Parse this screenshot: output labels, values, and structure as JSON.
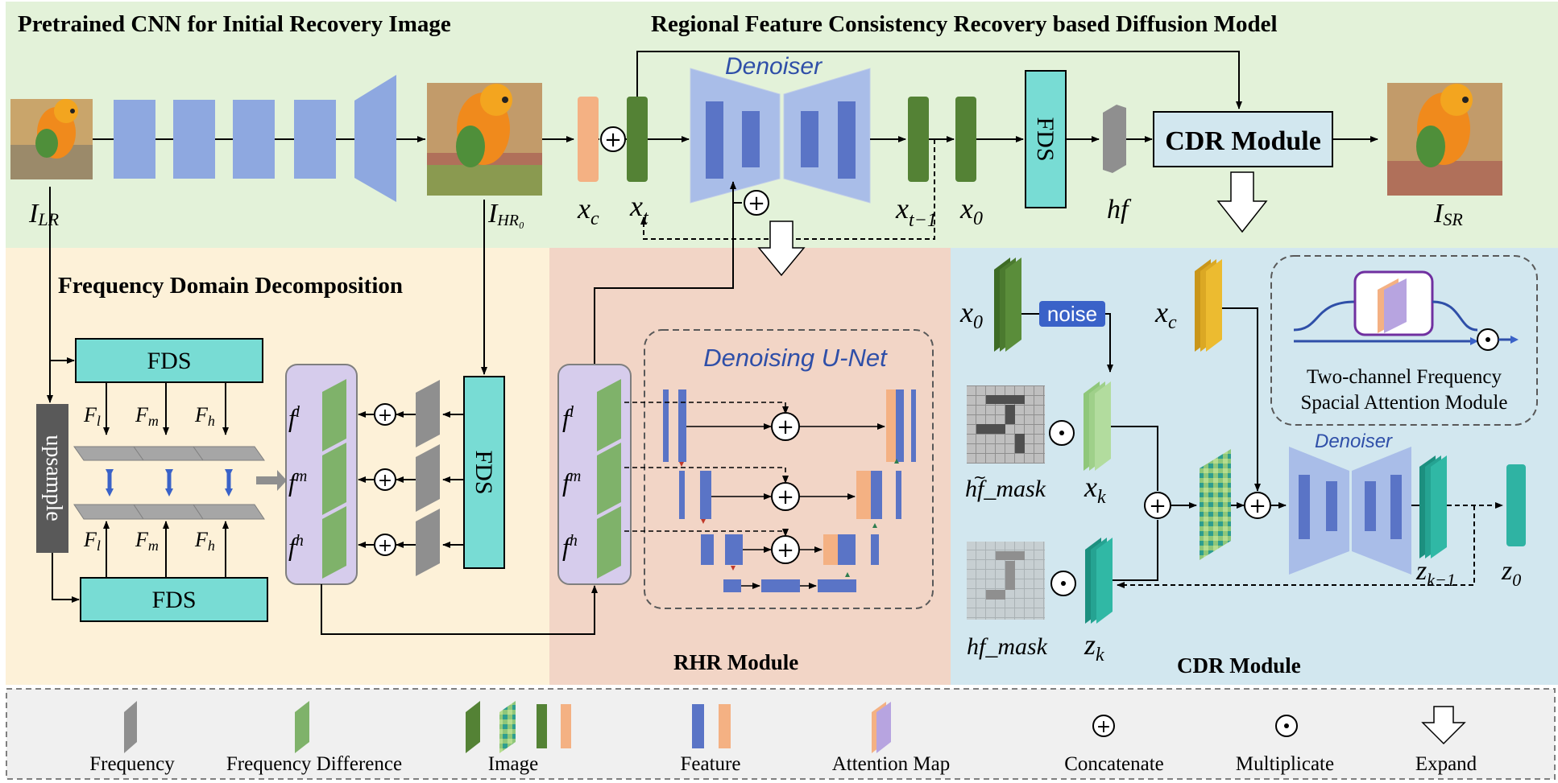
{
  "titles": {
    "pretrained": "Pretrained CNN for Initial Recovery Image",
    "regional": "Regional Feature Consistency Recovery based Diffusion Model",
    "fdd": "Frequency Domain Decomposition",
    "rhr": "RHR Module",
    "cdr": "CDR Module"
  },
  "top": {
    "denoiser": "Denoiser",
    "fds": "FDS",
    "cdr_box": "CDR Module",
    "labels": {
      "ilr": "I",
      "ilr_sub": "LR",
      "ihr": "I",
      "ihr_sub": "HR₀",
      "xc": "x",
      "xc_sub": "c",
      "xt": "x",
      "xt_sub": "t",
      "xt1": "x",
      "xt1_sub": "t−1",
      "x0": "x",
      "x0_sub": "0",
      "hf": "hf",
      "isr": "I",
      "isr_sub": "SR"
    }
  },
  "fdd": {
    "fds_top": "FDS",
    "fds_bottom": "FDS",
    "fds_right": "FDS",
    "upsample": "upsample",
    "f_top": [
      [
        "F",
        "l"
      ],
      [
        "F",
        "m"
      ],
      [
        "F",
        "h"
      ]
    ],
    "f_bottom": [
      [
        "F",
        "l"
      ],
      [
        "F",
        "m"
      ],
      [
        "F",
        "h"
      ]
    ],
    "f_list": [
      [
        "f",
        "l"
      ],
      [
        "f",
        "m"
      ],
      [
        "f",
        "h"
      ]
    ]
  },
  "rhr": {
    "unet_title": "Denoising U-Net",
    "f_list": [
      [
        "f",
        "l"
      ],
      [
        "f",
        "m"
      ],
      [
        "f",
        "h"
      ]
    ]
  },
  "cdr": {
    "x0": "x",
    "x0_sub": "0",
    "noise": "noise",
    "xc": "x",
    "xc_sub": "c",
    "att_caption_1": "Two-channel Frequency",
    "att_caption_2": "Spacial Attention Module",
    "hf_tilde_mask": "hf_mask",
    "hf_mask": "hf_mask",
    "xk": "x",
    "xk_sub": "k",
    "zk": "z",
    "zk_sub": "k",
    "denoiser": "Denoiser",
    "zk1": "z",
    "zk1_sub": "k−1",
    "z0": "z",
    "z0_sub": "0"
  },
  "legend": {
    "items": [
      "Frequency",
      "Frequency Difference",
      "Image",
      "Feature",
      "Attention Map",
      "Concatenate",
      "Multiplicate",
      "Expand"
    ]
  },
  "colors": {
    "green_bg": "#e3f2d9",
    "yellow_bg": "#fdf1d8",
    "pink_bg": "#f2d5c6",
    "blue_bg": "#d2e7ef",
    "cnn_blue": "#8ea8e0",
    "fds_cyan": "#78dcd4",
    "feature_blue": "#5a74c6",
    "orange": "#f4b183",
    "dark_green": "#548235",
    "light_green": "#a9d18e",
    "teal": "#2fb3a3",
    "gold": "#e8b020",
    "purple_panel": "#d6ccec"
  }
}
